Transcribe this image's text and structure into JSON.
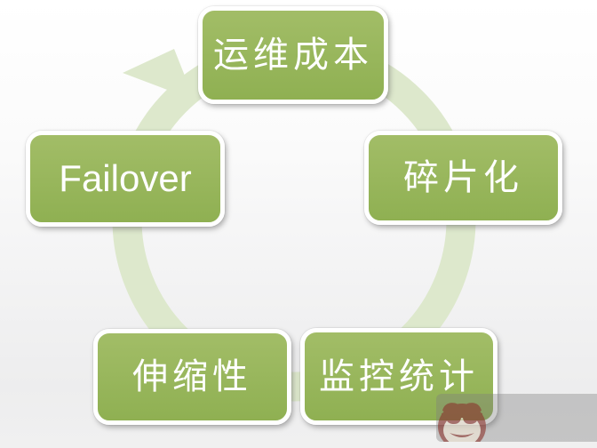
{
  "diagram": {
    "type": "cycle",
    "flow": "clockwise",
    "nodes": [
      {
        "id": "top",
        "label": "运维成本"
      },
      {
        "id": "right",
        "label": "碎片化"
      },
      {
        "id": "bottom-right",
        "label": "监控统计"
      },
      {
        "id": "bottom-left",
        "label": "伸缩性"
      },
      {
        "id": "left",
        "label": "Failover"
      }
    ]
  },
  "colors": {
    "node_fill": "#8fb052",
    "node_fill_light": "#a2bd67",
    "node_border": "#ffffff",
    "node_text": "#ffffff",
    "arc": "#dde8cc",
    "watermark_gray": "rgba(127,127,127,0.38)",
    "monkey_maroon": "#8a332c",
    "monkey_cream": "#f4ead8"
  },
  "watermark": {
    "logo": "monkey-with-sunglasses"
  }
}
